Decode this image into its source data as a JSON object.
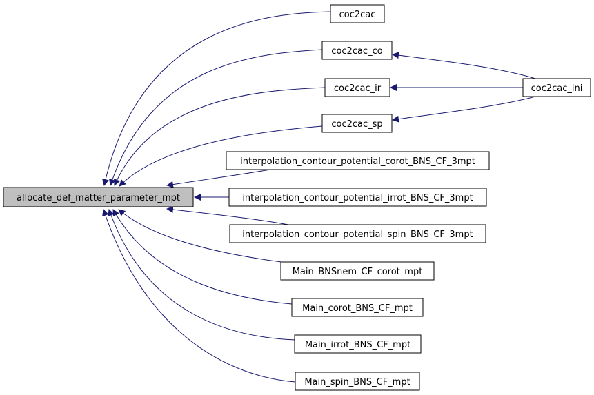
{
  "graph": {
    "root": {
      "id": "allocate_def_matter_parameter_mpt",
      "label": "allocate_def_matter_parameter_mpt"
    },
    "callers": [
      {
        "id": "coc2cac",
        "label": "coc2cac"
      },
      {
        "id": "coc2cac_co",
        "label": "coc2cac_co"
      },
      {
        "id": "coc2cac_ir",
        "label": "coc2cac_ir"
      },
      {
        "id": "coc2cac_sp",
        "label": "coc2cac_sp"
      },
      {
        "id": "interp_corot",
        "label": "interpolation_contour_potential_corot_BNS_CF_3mpt"
      },
      {
        "id": "interp_irrot",
        "label": "interpolation_contour_potential_irrot_BNS_CF_3mpt"
      },
      {
        "id": "interp_spin",
        "label": "interpolation_contour_potential_spin_BNS_CF_3mpt"
      },
      {
        "id": "main_bnsnem",
        "label": "Main_BNSnem_CF_corot_mpt"
      },
      {
        "id": "main_corot",
        "label": "Main_corot_BNS_CF_mpt"
      },
      {
        "id": "main_irrot",
        "label": "Main_irrot_BNS_CF_mpt"
      },
      {
        "id": "main_spin",
        "label": "Main_spin_BNS_CF_mpt"
      }
    ],
    "second_level_callers": [
      {
        "id": "coc2cac_ini",
        "label": "coc2cac_ini"
      }
    ],
    "edges": [
      {
        "from": "coc2cac",
        "to": "allocate_def_matter_parameter_mpt"
      },
      {
        "from": "coc2cac_co",
        "to": "allocate_def_matter_parameter_mpt"
      },
      {
        "from": "coc2cac_ir",
        "to": "allocate_def_matter_parameter_mpt"
      },
      {
        "from": "coc2cac_sp",
        "to": "allocate_def_matter_parameter_mpt"
      },
      {
        "from": "interp_corot",
        "to": "allocate_def_matter_parameter_mpt"
      },
      {
        "from": "interp_irrot",
        "to": "allocate_def_matter_parameter_mpt"
      },
      {
        "from": "interp_spin",
        "to": "allocate_def_matter_parameter_mpt"
      },
      {
        "from": "main_bnsnem",
        "to": "allocate_def_matter_parameter_mpt"
      },
      {
        "from": "main_corot",
        "to": "allocate_def_matter_parameter_mpt"
      },
      {
        "from": "main_irrot",
        "to": "allocate_def_matter_parameter_mpt"
      },
      {
        "from": "main_spin",
        "to": "allocate_def_matter_parameter_mpt"
      },
      {
        "from": "coc2cac_ini",
        "to": "coc2cac_co"
      },
      {
        "from": "coc2cac_ini",
        "to": "coc2cac_ir"
      },
      {
        "from": "coc2cac_ini",
        "to": "coc2cac_sp"
      }
    ],
    "colors": {
      "edge": "#191970",
      "root_fill": "#bfbfbf",
      "node_fill": "#ffffff",
      "border": "#000000"
    }
  }
}
